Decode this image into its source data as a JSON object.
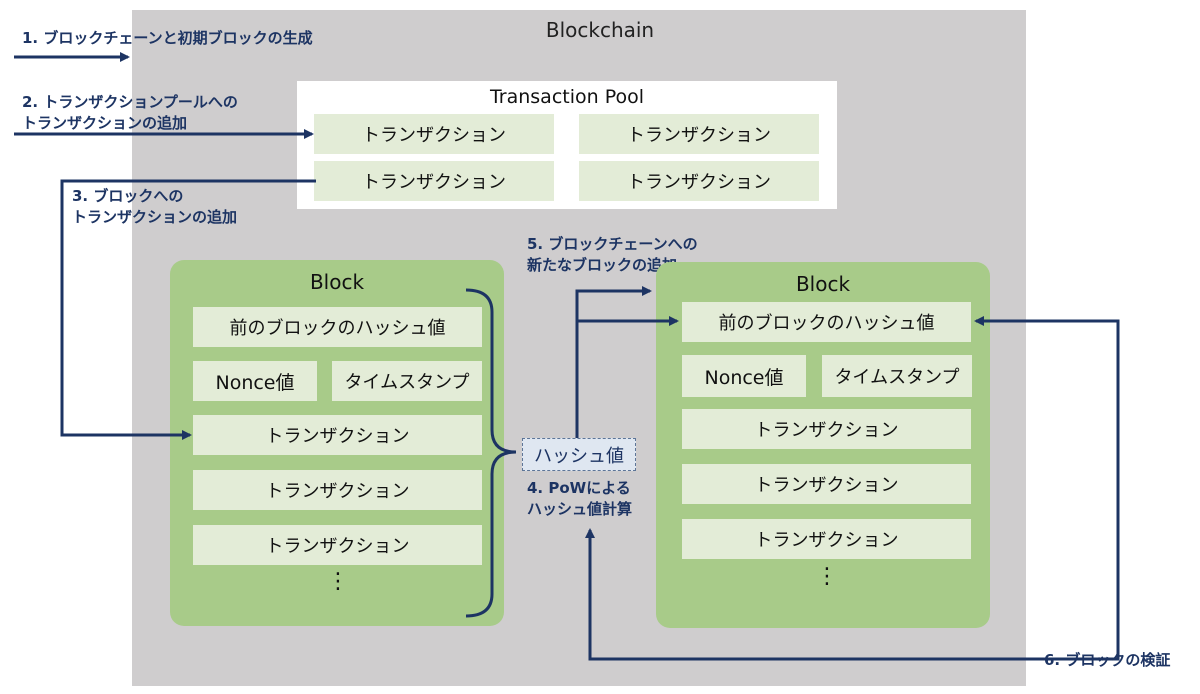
{
  "blockchain": {
    "title": "Blockchain"
  },
  "steps": {
    "s1": "1. ブロックチェーンと初期ブロックの生成",
    "s2_line1": "2. トランザクションプールへの",
    "s2_line2": "トランザクションの追加",
    "s3_line1": "3. ブロックへの",
    "s3_line2": "トランザクションの追加",
    "s4_line1": "4. PoWによる",
    "s4_line2": "ハッシュ値計算",
    "s5_line1": "5. ブロックチェーンへの",
    "s5_line2": "新たなブロックの追加",
    "s6": "6. ブロックの検証"
  },
  "pool": {
    "title": "Transaction Pool",
    "items": [
      "トランザクション",
      "トランザクション",
      "トランザクション",
      "トランザクション"
    ]
  },
  "block_left": {
    "title": "Block",
    "prev_hash": "前のブロックのハッシュ値",
    "nonce": "Nonce値",
    "timestamp": "タイムスタンプ",
    "transactions": [
      "トランザクション",
      "トランザクション",
      "トランザクション"
    ],
    "ellipsis": "⋮"
  },
  "block_right": {
    "title": "Block",
    "prev_hash": "前のブロックのハッシュ値",
    "nonce": "Nonce値",
    "timestamp": "タイムスタンプ",
    "transactions": [
      "トランザクション",
      "トランザクション",
      "トランザクション"
    ],
    "ellipsis": "⋮"
  },
  "hash_box": "ハッシュ値",
  "colors": {
    "chain_bg": "#cfcdce",
    "block_green": "#a8cb89",
    "cell_green": "#e3ecd7",
    "arrow_navy": "#1d3463"
  }
}
